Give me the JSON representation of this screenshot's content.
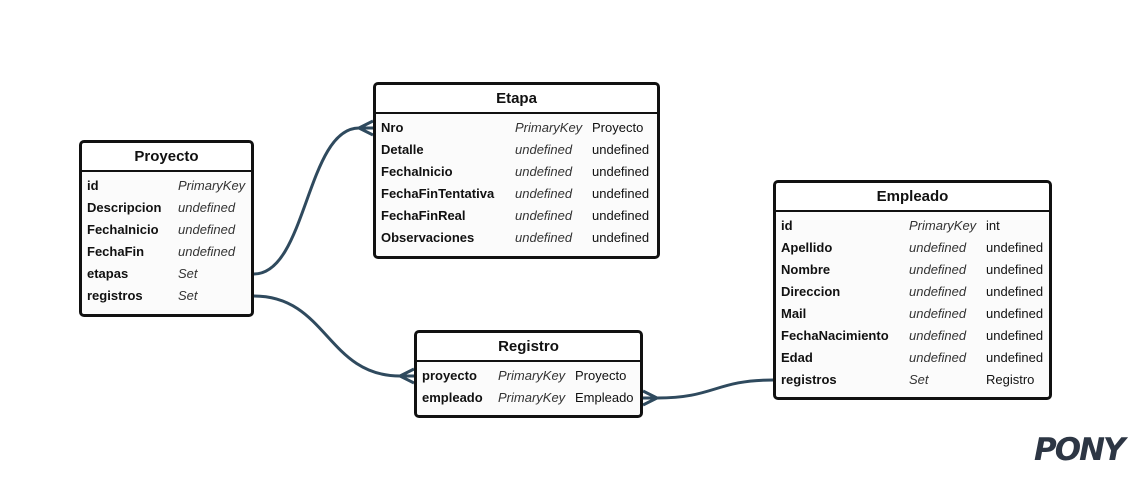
{
  "entities": {
    "proyecto": {
      "name": "Proyecto",
      "attrs": [
        {
          "name": "id",
          "type": "PrimaryKey",
          "detail": ""
        },
        {
          "name": "Descripcion",
          "type": "undefined",
          "detail": ""
        },
        {
          "name": "FechaInicio",
          "type": "undefined",
          "detail": ""
        },
        {
          "name": "FechaFin",
          "type": "undefined",
          "detail": ""
        },
        {
          "name": "etapas",
          "type": "Set",
          "detail": ""
        },
        {
          "name": "registros",
          "type": "Set",
          "detail": ""
        }
      ]
    },
    "etapa": {
      "name": "Etapa",
      "attrs": [
        {
          "name": "Nro",
          "type": "PrimaryKey",
          "detail": "Proyecto"
        },
        {
          "name": "Detalle",
          "type": "undefined",
          "detail": "undefined"
        },
        {
          "name": "FechaInicio",
          "type": "undefined",
          "detail": "undefined"
        },
        {
          "name": "FechaFinTentativa",
          "type": "undefined",
          "detail": "undefined"
        },
        {
          "name": "FechaFinReal",
          "type": "undefined",
          "detail": "undefined"
        },
        {
          "name": "Observaciones",
          "type": "undefined",
          "detail": "undefined"
        }
      ]
    },
    "registro": {
      "name": "Registro",
      "attrs": [
        {
          "name": "proyecto",
          "type": "PrimaryKey",
          "detail": "Proyecto"
        },
        {
          "name": "empleado",
          "type": "PrimaryKey",
          "detail": "Empleado"
        }
      ]
    },
    "empleado": {
      "name": "Empleado",
      "attrs": [
        {
          "name": "id",
          "type": "PrimaryKey",
          "detail": "int"
        },
        {
          "name": "Apellido",
          "type": "undefined",
          "detail": "undefined"
        },
        {
          "name": "Nombre",
          "type": "undefined",
          "detail": "undefined"
        },
        {
          "name": "Direccion",
          "type": "undefined",
          "detail": "undefined"
        },
        {
          "name": "Mail",
          "type": "undefined",
          "detail": "undefined"
        },
        {
          "name": "FechaNacimiento",
          "type": "undefined",
          "detail": "undefined"
        },
        {
          "name": "Edad",
          "type": "undefined",
          "detail": "undefined"
        },
        {
          "name": "registros",
          "type": "Set",
          "detail": "Registro"
        }
      ]
    }
  },
  "relations": [
    {
      "from": "proyecto.etapas",
      "to": "etapa.Nro",
      "to_end": "many"
    },
    {
      "from": "proyecto.registros",
      "to": "registro.proyecto",
      "to_end": "many"
    },
    {
      "from": "empleado.registros",
      "to": "registro.empleado",
      "to_end": "many"
    }
  ],
  "logo_text": "PONY",
  "colors": {
    "connector": "#2f4a5e",
    "border": "#111111"
  }
}
